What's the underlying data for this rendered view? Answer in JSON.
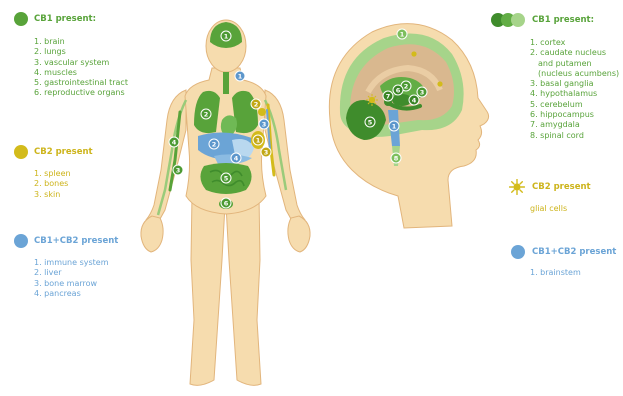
{
  "colors": {
    "cb1": "#58a33a",
    "cb2": "#d3bb1b",
    "cb1_cb2": "#6ba4d6",
    "skin": "#f6dcae",
    "skin_outline": "#e2b57c",
    "brain_tan": "#d9b88f"
  },
  "left": {
    "cb1": {
      "heading": "CB1 present:",
      "items": [
        "1. brain",
        "2. lungs",
        "3. vascular system",
        "4. muscles",
        "5. gastrointestinal tract",
        "6. reproductive organs"
      ]
    },
    "cb2": {
      "heading": "CB2 present",
      "items": [
        "1. spleen",
        "2. bones",
        "3. skin"
      ]
    },
    "both": {
      "heading": "CB1+CB2 present",
      "items": [
        "1. immune system",
        "2. liver",
        "3. bone marrow",
        "4. pancreas"
      ]
    }
  },
  "right": {
    "cb1": {
      "heading": "CB1 present:",
      "items": [
        "1. cortex",
        "2. caudate nucleus",
        "and putamen",
        "(nucleus acumbens)",
        "3. basal ganglia",
        "4. hypothalamus",
        "5. cerebelum",
        "6. hippocampus",
        "7. amygdala",
        "8. spinal cord"
      ]
    },
    "cb2": {
      "heading": "CB2 present",
      "items": [
        "glial cells"
      ]
    },
    "both": {
      "heading": "CB1+CB2 present",
      "items": [
        "1. brainstem"
      ]
    }
  },
  "body_markers": [
    "1",
    "2",
    "3",
    "4",
    "5",
    "6",
    "1",
    "2",
    "3",
    "1",
    "2",
    "4",
    "3"
  ],
  "brain_markers": [
    "1",
    "2",
    "3",
    "4",
    "5",
    "6",
    "7",
    "8",
    "1"
  ]
}
